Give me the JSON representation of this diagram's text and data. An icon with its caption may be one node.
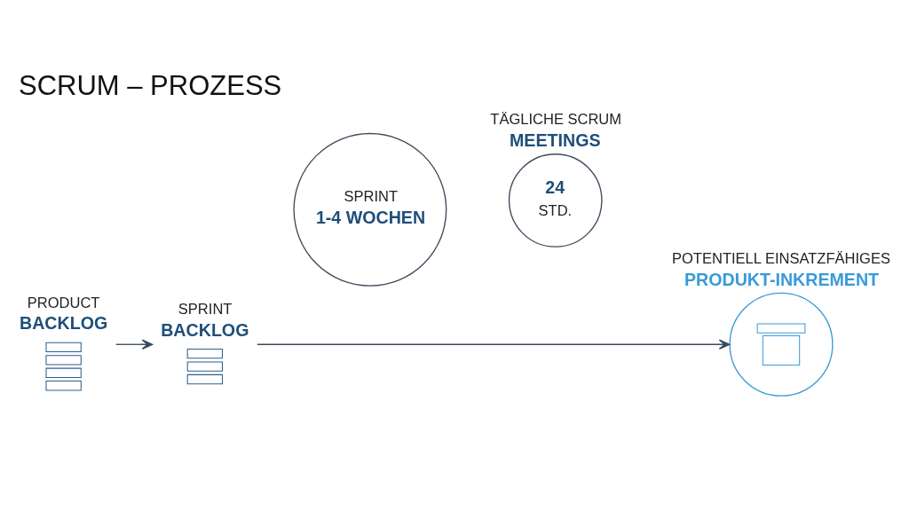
{
  "diagram": {
    "title": "SCRUM – PROZESS",
    "nodes": [
      {
        "text": [
          "PRODUCT",
          "BACKLOG"
        ]
      },
      {
        "text": [
          "SPRINT",
          "BACKLOG"
        ]
      },
      {
        "text": [
          "SPRINT",
          "1-4 WOCHEN"
        ]
      },
      {
        "text": [
          "TÄGLICHE SCRUM",
          "MEETINGS",
          "24",
          "STD."
        ]
      },
      {
        "text": [
          "POTENTIELL EINSATZFÄHIGES",
          "PRODUKT-INKREMENT"
        ]
      }
    ],
    "edges": [
      {
        "from": 0,
        "to": 1,
        "arrow": "to"
      },
      {
        "from": 1,
        "to": 4,
        "arrow": "to"
      }
    ]
  }
}
